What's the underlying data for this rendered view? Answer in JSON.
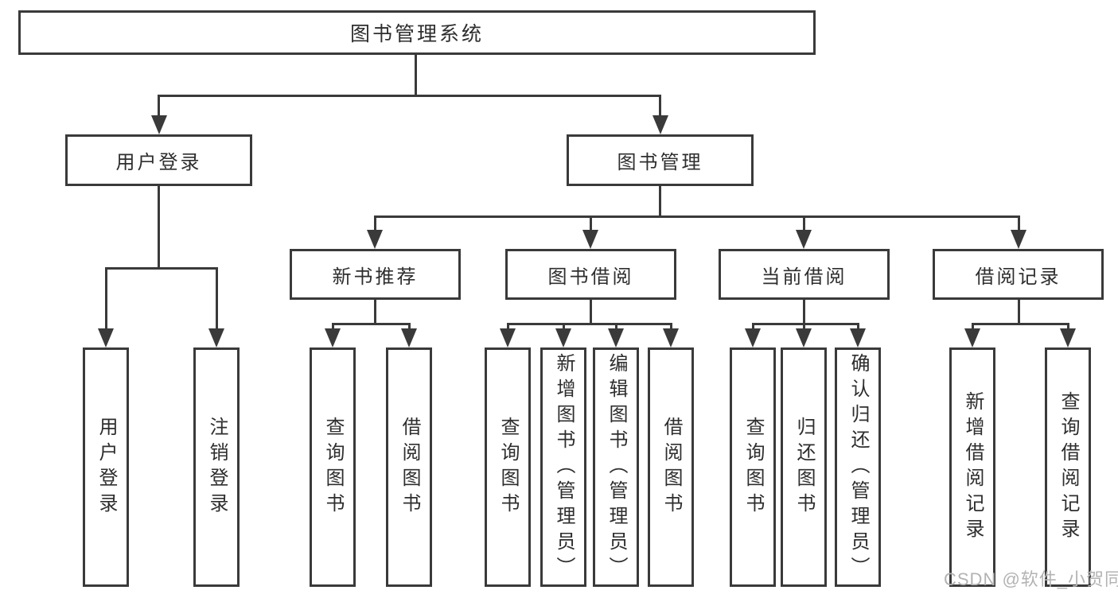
{
  "diagram": {
    "type": "hierarchy-tree",
    "watermark": "CSDN @软件_小贺同学",
    "colors": {
      "line": "#3a3a3a",
      "text": "#2e2e2e",
      "background": "#ffffff",
      "watermark": "#b3b3b3"
    },
    "tree": {
      "root": "图书管理系统",
      "children": [
        {
          "label": "用户登录",
          "leaves": [
            "用户登录",
            "注销登录"
          ]
        },
        {
          "label": "图书管理",
          "children": [
            {
              "label": "新书推荐",
              "leaves": [
                "查询图书",
                "借阅图书"
              ]
            },
            {
              "label": "图书借阅",
              "leaves": [
                "查询图书",
                "新增图书（管理员）",
                "编辑图书（管理员）",
                "借阅图书"
              ]
            },
            {
              "label": "当前借阅",
              "leaves": [
                "查询图书",
                "归还图书",
                "确认归还（管理员）"
              ]
            },
            {
              "label": "借阅记录",
              "leaves": [
                "新增借阅记录",
                "查询借阅记录"
              ]
            }
          ]
        }
      ]
    }
  }
}
